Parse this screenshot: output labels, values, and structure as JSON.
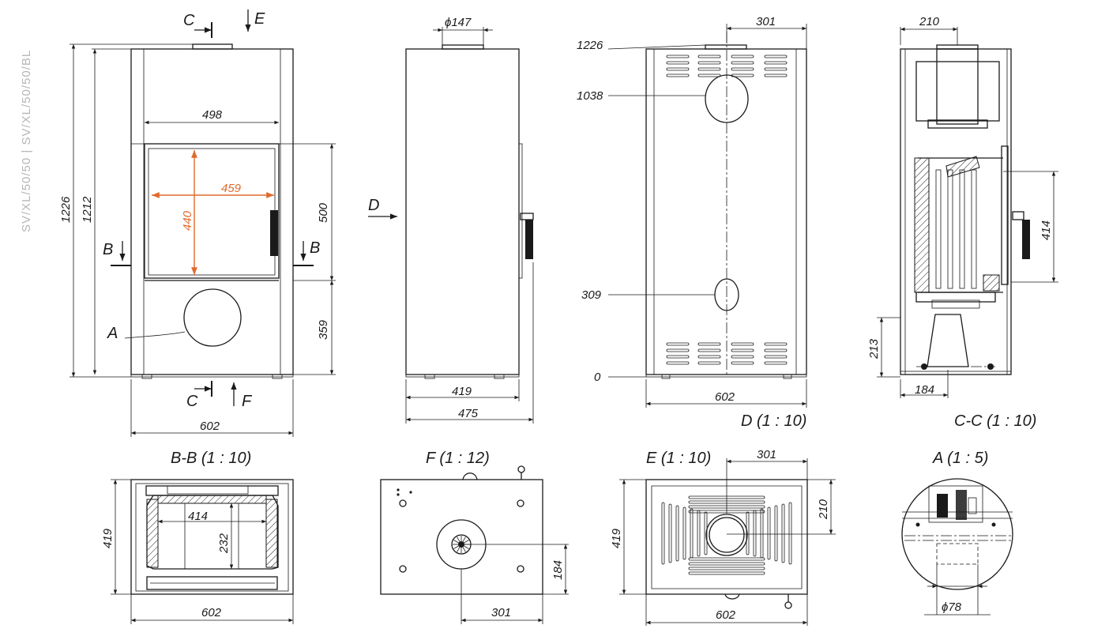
{
  "side_label": "SV/XL/50/50 | SV/XL/50/50/BL",
  "front": {
    "section_c_top": "C",
    "section_c_bottom": "C",
    "arrow_e": "E",
    "arrow_f": "F",
    "label_b_left": "B",
    "label_b_right": "B",
    "label_a": "A",
    "h_total": "1226",
    "h_body": "1212",
    "w_top": "498",
    "w_glass": "459",
    "h_glass": "440",
    "h_door": "500",
    "h_lower": "359",
    "w_base": "602"
  },
  "side_view": {
    "flue_dia": "ϕ147",
    "arrow_d": "D",
    "depth_inner": "419",
    "depth_outer": "475"
  },
  "rear": {
    "offset": "301",
    "lvl_top": "1226",
    "lvl_upper_outlet": "1038",
    "lvl_lower_outlet": "309",
    "lvl_zero": "0",
    "width": "602",
    "title": "D (1 : 10)"
  },
  "section_cc": {
    "top": "210",
    "height_fire": "414",
    "height_base": "213",
    "offset_base": "184",
    "title": "C-C (1 : 10)"
  },
  "section_bb": {
    "title": "B-B (1 : 10)",
    "depth": "419",
    "inner_w": "414",
    "inner_d": "232",
    "width": "602"
  },
  "view_f": {
    "title": "F (1 : 12)",
    "offset_x": "301",
    "offset_y": "184"
  },
  "view_e": {
    "title": "E (1 : 10)",
    "offset_x": "301",
    "offset_y": "210",
    "depth": "419",
    "width": "602"
  },
  "detail_a": {
    "title": "A (1 : 5)",
    "dia": "ϕ78"
  }
}
